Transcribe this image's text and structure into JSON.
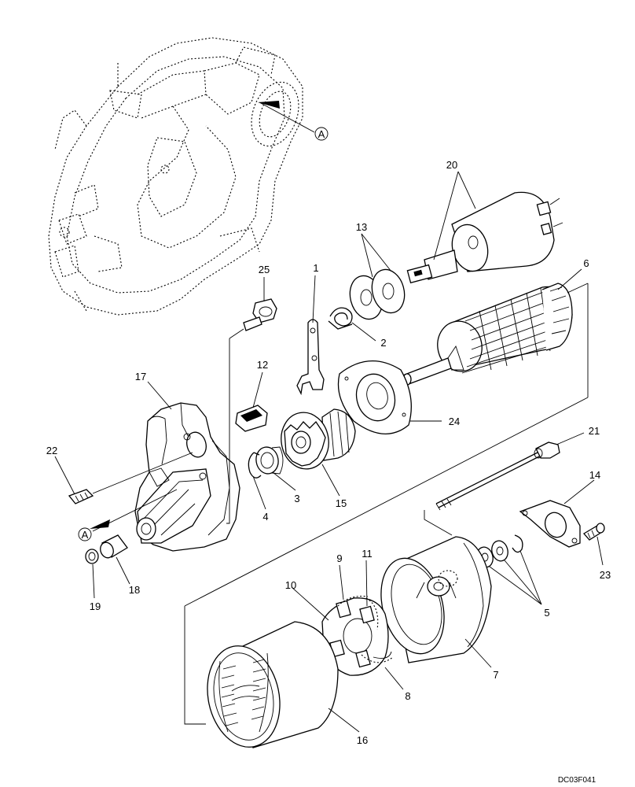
{
  "drawing_code": "DC03F041",
  "reference_mark": "A",
  "callouts": [
    {
      "id": "c1",
      "text": "1"
    },
    {
      "id": "c2",
      "text": "2"
    },
    {
      "id": "c3",
      "text": "3"
    },
    {
      "id": "c4",
      "text": "4"
    },
    {
      "id": "c5",
      "text": "5"
    },
    {
      "id": "c6",
      "text": "6"
    },
    {
      "id": "c7",
      "text": "7"
    },
    {
      "id": "c8",
      "text": "8"
    },
    {
      "id": "c9",
      "text": "9"
    },
    {
      "id": "c10",
      "text": "10"
    },
    {
      "id": "c11",
      "text": "11"
    },
    {
      "id": "c12",
      "text": "12"
    },
    {
      "id": "c13",
      "text": "13"
    },
    {
      "id": "c14",
      "text": "14"
    },
    {
      "id": "c15",
      "text": "15"
    },
    {
      "id": "c16",
      "text": "16"
    },
    {
      "id": "c17",
      "text": "17"
    },
    {
      "id": "c18",
      "text": "18"
    },
    {
      "id": "c19",
      "text": "19"
    },
    {
      "id": "c20",
      "text": "20"
    },
    {
      "id": "c21",
      "text": "21"
    },
    {
      "id": "c22",
      "text": "22"
    },
    {
      "id": "c23",
      "text": "23"
    },
    {
      "id": "c24",
      "text": "24"
    },
    {
      "id": "c25",
      "text": "25"
    }
  ]
}
